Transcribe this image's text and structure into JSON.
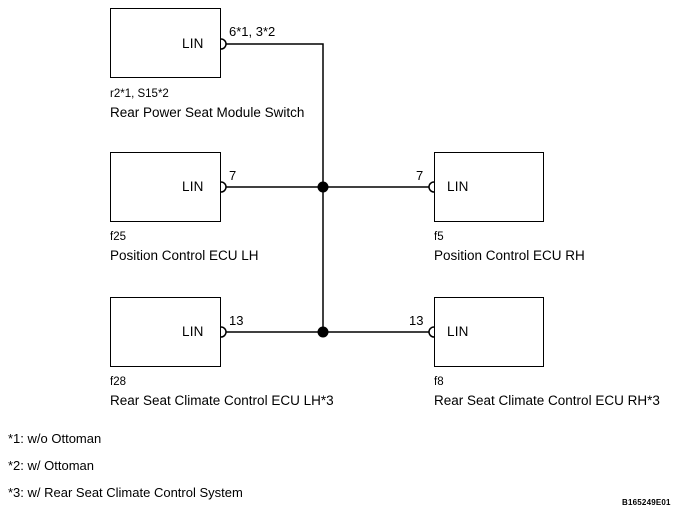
{
  "diagram": {
    "reference_code": "B165249E01",
    "terminal_label": "LIN",
    "nodes": [
      {
        "id": "rear-power-seat-module-switch",
        "connector_id": "r2*1, S15*2",
        "name": "Rear Power Seat Module Switch",
        "terminal": "LIN",
        "pin": "6*1, 3*2",
        "side": "left"
      },
      {
        "id": "position-control-ecu-lh",
        "connector_id": "f25",
        "name": "Position Control ECU LH",
        "terminal": "LIN",
        "pin": "7",
        "side": "left"
      },
      {
        "id": "position-control-ecu-rh",
        "connector_id": "f5",
        "name": "Position Control ECU RH",
        "terminal": "LIN",
        "pin": "7",
        "side": "right"
      },
      {
        "id": "rear-seat-climate-control-ecu-lh",
        "connector_id": "f28",
        "name": "Rear Seat Climate Control ECU LH*3",
        "terminal": "LIN",
        "pin": "13",
        "side": "left"
      },
      {
        "id": "rear-seat-climate-control-ecu-rh",
        "connector_id": "f8",
        "name": "Rear Seat Climate Control ECU RH*3",
        "terminal": "LIN",
        "pin": "13",
        "side": "right"
      }
    ],
    "footnotes": [
      "*1: w/o Ottoman",
      "*2: w/ Ottoman",
      "*3: w/ Rear Seat Climate Control System"
    ]
  }
}
